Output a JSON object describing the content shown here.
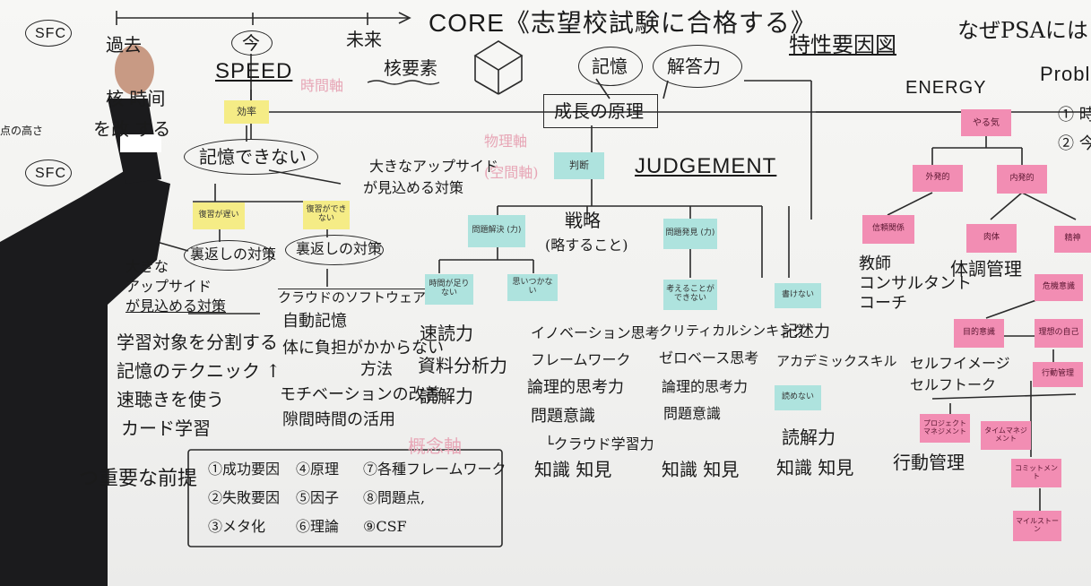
{
  "core": "CORE《志望校試験に合格する》",
  "title_right": "特性要因図",
  "question": "なぜPSAには",
  "problem_word": "Probler",
  "left": {
    "sfc1": "SFC",
    "sfc2": "SFC",
    "past": "過去",
    "now": "今",
    "future": "未来",
    "speed": "SPEED",
    "core_elem": "核要素",
    "time_axis": "時間軸",
    "change_line1": "核 時间",
    "change_line2": "を改 する",
    "height_text": "点の高さ",
    "efficiency": "効率",
    "cannot_memorize": "記憶できない",
    "big_upside": "大きなアップサイド",
    "big_upside2": "が見込める対策",
    "early_note": "復習が遅い",
    "cannot_note": "復習ができない",
    "cheap1": "裏返しの対策",
    "cheap2": "裏返しの対策",
    "big_a": "大きな",
    "big_b": "アップサイド",
    "big_c": "が見込める対策",
    "cloud_software": "クラウドのソフトウェア",
    "tasks": [
      "学習対象を分割する",
      "記憶のテクニック ↑",
      "速聴きを使う",
      "カード学習"
    ],
    "tasks2": [
      "自動記憶",
      "体に負担がかからない",
      "方法",
      "モチベーションの改善",
      "隙間時間の活用"
    ],
    "premise": "つ重要な前提",
    "concept_axis": "概念軸",
    "concept_items": [
      "①成功要因",
      "④原理",
      "⑦各種フレームワーク",
      "②失敗要因",
      "⑤因子",
      "⑧問題点,",
      "③メタ化",
      "⑥理論",
      "⑨CSF"
    ]
  },
  "center": {
    "memory": "記憶",
    "answer": "解答力",
    "growth": "成長の原理",
    "object_axis": "物理軸",
    "judge_note": "判断",
    "judgement": "JUDGEMENT",
    "space_axis": "(空間軸)",
    "problem_solve": "問題解決 (力)",
    "strategy": "戦略",
    "strategy2": "(略すること)",
    "problem_find": "問題発見 (力)",
    "no_time": "時間が足りない",
    "no_idea": "思いつかない",
    "no_thought": "考えることができない",
    "col1": [
      "速読力",
      "資料分析力",
      "読解力"
    ],
    "col2": [
      "イノベーション思考",
      "フレームワーク",
      "論理的思考力",
      "問題意識",
      "└クラウド学習力",
      "知識 知見"
    ],
    "col3": [
      "クリティカルシンキング",
      "ゼロベース思考",
      "論理的思考力",
      "問題意識",
      "知識 知見"
    ],
    "cannot_write": "書けない",
    "cannot_read": "読めない",
    "col4": [
      "記述力",
      "アカデミックスキル",
      "読解力",
      "知識 知見"
    ]
  },
  "right": {
    "energy": "ENERGY",
    "motivation": "やる気",
    "external": "外発的",
    "internal": "内発的",
    "trust": "信頼関係",
    "body": "肉体",
    "spirit": "精神",
    "mentors": [
      "教師",
      "コンサルタント",
      "コーチ"
    ],
    "health": "体調管理",
    "crisis": "危機意識",
    "purpose": "目的意識",
    "image": "理想の自己",
    "self": [
      "セルフイメージ",
      "セルフトーク"
    ],
    "behavior_note": "行動管理",
    "project_mgmt": "プロジェクトマネジメント",
    "time_mgmt": "タイムマネジメント",
    "commit": "コミットメント",
    "might": "マイルストーン",
    "behavior": "行動管理",
    "list_nums": [
      "① 時",
      "② 今"
    ]
  },
  "colors": {
    "yellow": "#f5ec86",
    "cyan": "#aee3de",
    "pink": "#f28db3",
    "ink": "#1a1a1a"
  }
}
